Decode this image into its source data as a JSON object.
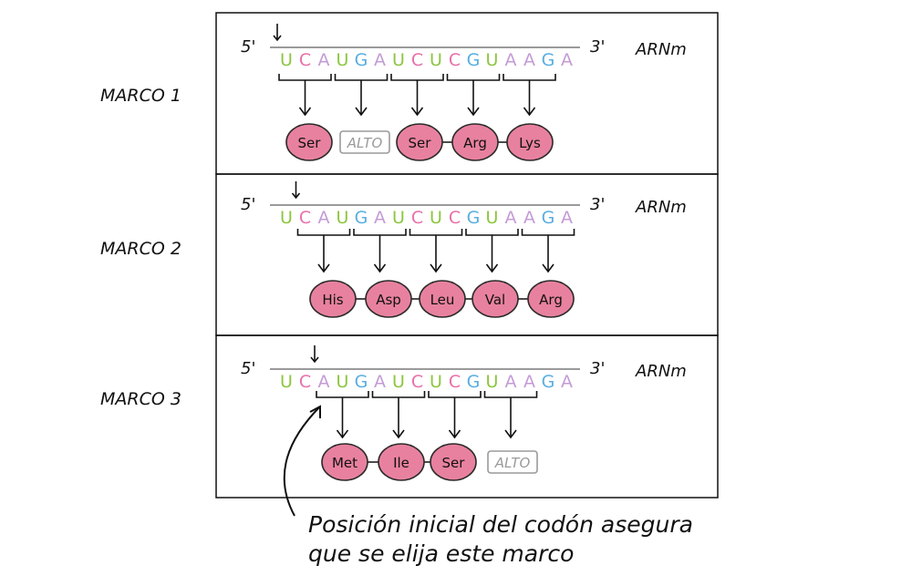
{
  "colors": {
    "U": "#8cc63f",
    "C": "#e86fa8",
    "A": "#c49bd6",
    "G": "#5aaee0",
    "amino_fill": "#e8819f",
    "amino_stroke": "#2a2a2a",
    "stop": "#9a9a9a",
    "strand": "#9a9a9a",
    "ink": "#111111"
  },
  "sequence": [
    "U",
    "C",
    "A",
    "U",
    "G",
    "A",
    "U",
    "C",
    "U",
    "C",
    "G",
    "U",
    "A",
    "A",
    "G",
    "A"
  ],
  "end5_label": "5'",
  "end3_label": "3'",
  "mrna_label": "ARNm",
  "frames": [
    {
      "label": "MARCO 1",
      "start": 0,
      "codons": [
        {
          "text": "Ser",
          "stop": false
        },
        {
          "text": "ALTO",
          "stop": true
        },
        {
          "text": "Ser",
          "stop": false
        },
        {
          "text": "Arg",
          "stop": false
        },
        {
          "text": "Lys",
          "stop": false
        }
      ]
    },
    {
      "label": "MARCO 2",
      "start": 1,
      "codons": [
        {
          "text": "His",
          "stop": false
        },
        {
          "text": "Asp",
          "stop": false
        },
        {
          "text": "Leu",
          "stop": false
        },
        {
          "text": "Val",
          "stop": false
        },
        {
          "text": "Arg",
          "stop": false
        }
      ]
    },
    {
      "label": "MARCO 3",
      "start": 2,
      "codons": [
        {
          "text": "Met",
          "stop": false
        },
        {
          "text": "Ile",
          "stop": false
        },
        {
          "text": "Ser",
          "stop": false
        },
        {
          "text": "ALTO",
          "stop": true
        }
      ]
    }
  ],
  "note_lines": [
    "Posición inicial del codón asegura",
    "que se elija este marco"
  ]
}
